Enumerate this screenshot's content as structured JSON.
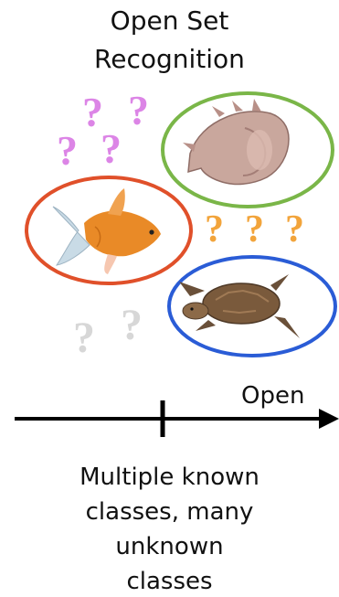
{
  "title": {
    "line1": "Open Set",
    "line2": "Recognition"
  },
  "question_mark": "?",
  "axis": {
    "label": "Open"
  },
  "caption": {
    "line1": "Multiple known",
    "line2": "classes, many",
    "line3": "unknown",
    "line4": "classes"
  },
  "colors": {
    "fish_ellipse": "#e0502a",
    "shell_ellipse": "#7ab648",
    "turtle_ellipse": "#2a5cd6",
    "purple_unknown": "#dc85e6",
    "orange_unknown": "#f2a43b",
    "gray_unknown": "#d7d7d7"
  },
  "icons": [
    "goldfish-icon",
    "conch-shell-icon",
    "sea-turtle-icon",
    "arrow-icon"
  ]
}
